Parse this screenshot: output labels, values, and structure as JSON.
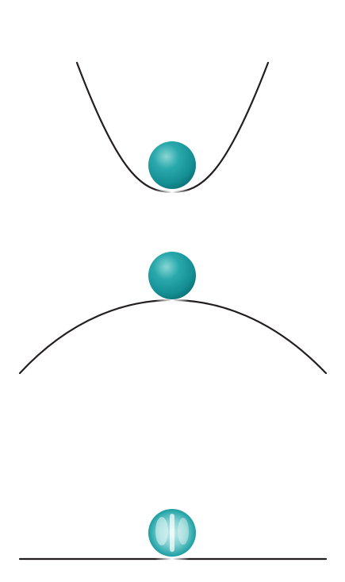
{
  "diagram": {
    "colors": {
      "background": "#ffffff",
      "curve": "#231f20",
      "ball_base": "#1a9ba0",
      "ball_light": "#7fd0cf",
      "ball_dark": "#0b6f72",
      "contact_glow": "#ffffff"
    },
    "scenes": [
      {
        "name": "stable-equilibrium",
        "surface": "concave-valley",
        "ball": "ball-at-bottom"
      },
      {
        "name": "unstable-equilibrium",
        "surface": "convex-hill",
        "ball": "ball-on-top"
      },
      {
        "name": "neutral-equilibrium",
        "surface": "flat-line",
        "ball": "ball-on-flat"
      }
    ]
  }
}
